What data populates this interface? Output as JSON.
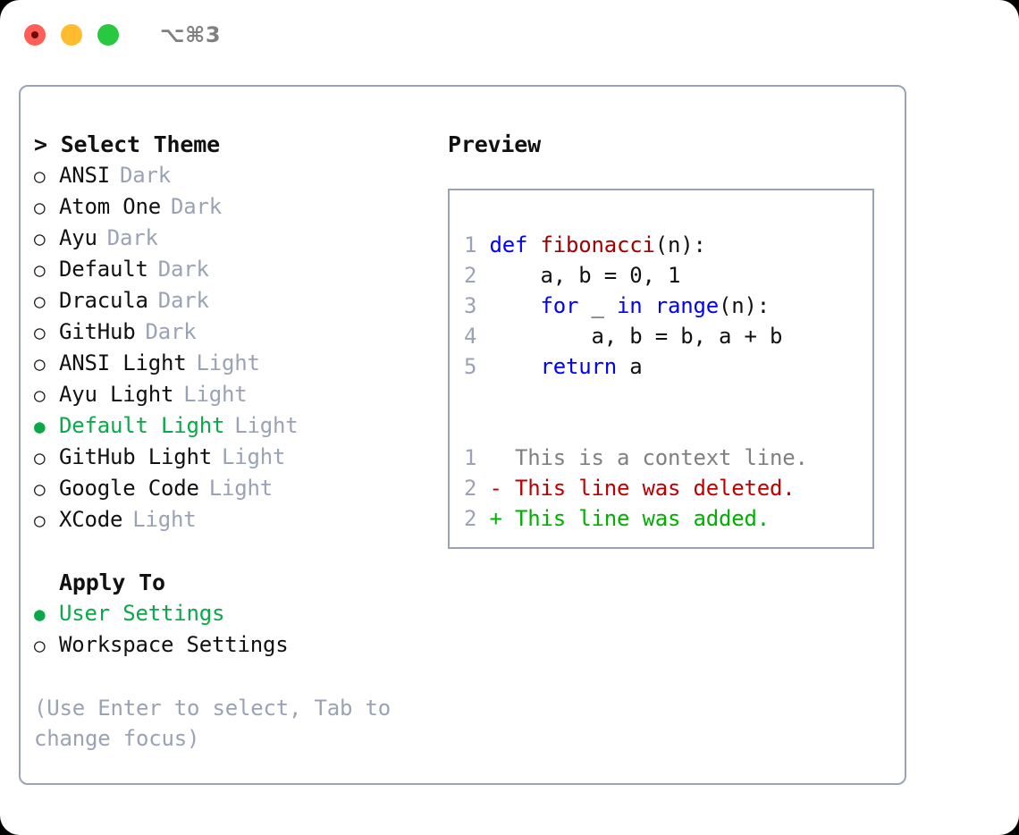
{
  "titlebar": {
    "shortcut": "⌥⌘3",
    "lights": [
      {
        "name": "close",
        "color": "#ff5f57"
      },
      {
        "name": "minimize",
        "color": "#febc2e"
      },
      {
        "name": "maximize",
        "color": "#28c840"
      }
    ]
  },
  "theme_picker": {
    "header": "> Select Theme",
    "selected_glyph": "●",
    "unselected_glyph": "○",
    "accent_color": "#0ba84a",
    "muted_color": "#9aa3b5",
    "items": [
      {
        "label": "ANSI",
        "tag": "Dark",
        "selected": false
      },
      {
        "label": "Atom One",
        "tag": "Dark",
        "selected": false
      },
      {
        "label": "Ayu",
        "tag": "Dark",
        "selected": false
      },
      {
        "label": "Default",
        "tag": "Dark",
        "selected": false
      },
      {
        "label": "Dracula",
        "tag": "Dark",
        "selected": false
      },
      {
        "label": "GitHub",
        "tag": "Dark",
        "selected": false
      },
      {
        "label": "ANSI Light",
        "tag": "Light",
        "selected": false
      },
      {
        "label": "Ayu Light",
        "tag": "Light",
        "selected": false
      },
      {
        "label": "Default Light",
        "tag": "Light",
        "selected": true
      },
      {
        "label": "GitHub Light",
        "tag": "Light",
        "selected": false
      },
      {
        "label": "Google Code",
        "tag": "Light",
        "selected": false
      },
      {
        "label": "XCode",
        "tag": "Light",
        "selected": false
      }
    ]
  },
  "apply_to": {
    "header": "Apply To",
    "items": [
      {
        "label": "User Settings",
        "selected": true
      },
      {
        "label": "Workspace Settings",
        "selected": false
      }
    ]
  },
  "hint": "(Use Enter to select, Tab to change focus)",
  "preview": {
    "title": "Preview",
    "code_lines": [
      {
        "number": "1",
        "tokens": [
          {
            "text": "def ",
            "kind": "kw"
          },
          {
            "text": "fibonacci",
            "kind": "fn"
          },
          {
            "text": "(n):",
            "kind": "pl"
          }
        ]
      },
      {
        "number": "2",
        "tokens": [
          {
            "text": "    a, b = 0, 1",
            "kind": "pl"
          }
        ]
      },
      {
        "number": "3",
        "tokens": [
          {
            "text": "    ",
            "kind": "pl"
          },
          {
            "text": "for",
            "kind": "kw"
          },
          {
            "text": " _ ",
            "kind": "pl"
          },
          {
            "text": "in",
            "kind": "kw"
          },
          {
            "text": " ",
            "kind": "pl"
          },
          {
            "text": "range",
            "kind": "kw"
          },
          {
            "text": "(n):",
            "kind": "pl"
          }
        ]
      },
      {
        "number": "4",
        "tokens": [
          {
            "text": "        a, b = b, a + b",
            "kind": "pl"
          }
        ]
      },
      {
        "number": "5",
        "tokens": [
          {
            "text": "    ",
            "kind": "pl"
          },
          {
            "text": "return",
            "kind": "kw"
          },
          {
            "text": " a",
            "kind": "pl"
          }
        ]
      }
    ],
    "diff_lines": [
      {
        "number": "1",
        "marker": "  ",
        "text": "This is a context line.",
        "kind": "ctx"
      },
      {
        "number": "2",
        "marker": "- ",
        "text": "This line was deleted.",
        "kind": "del"
      },
      {
        "number": "2",
        "marker": "+ ",
        "text": "This line was added.",
        "kind": "add"
      }
    ]
  }
}
